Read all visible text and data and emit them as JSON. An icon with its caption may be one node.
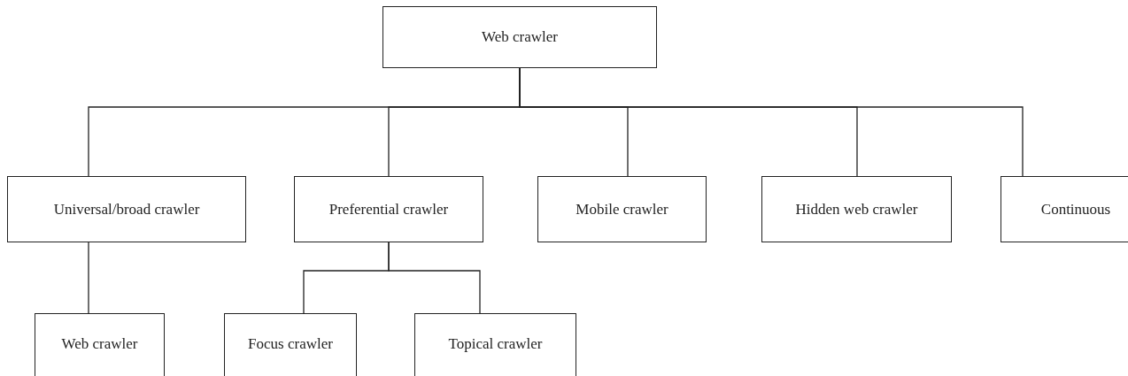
{
  "diagram": {
    "nodes": [
      {
        "text": [
          "Web crawler"
        ]
      },
      {
        "text": [
          "Universal/broad crawler"
        ]
      },
      {
        "text": [
          "Preferential crawler"
        ]
      },
      {
        "text": [
          "Mobile crawler"
        ]
      },
      {
        "text": [
          "Hidden web crawler"
        ]
      },
      {
        "text": [
          "Continuous"
        ]
      },
      {
        "text": [
          "Web crawler"
        ]
      },
      {
        "text": [
          "Focus crawler"
        ]
      },
      {
        "text": [
          "Topical crawler"
        ]
      }
    ],
    "edges": [
      {
        "from": 0,
        "to": 1,
        "arrow": "none"
      },
      {
        "from": 0,
        "to": 2,
        "arrow": "none"
      },
      {
        "from": 0,
        "to": 3,
        "arrow": "none"
      },
      {
        "from": 0,
        "to": 4,
        "arrow": "none"
      },
      {
        "from": 0,
        "to": 5,
        "arrow": "none"
      },
      {
        "from": 1,
        "to": 6,
        "arrow": "none"
      },
      {
        "from": 2,
        "to": 7,
        "arrow": "none"
      },
      {
        "from": 2,
        "to": 8,
        "arrow": "none"
      }
    ]
  }
}
